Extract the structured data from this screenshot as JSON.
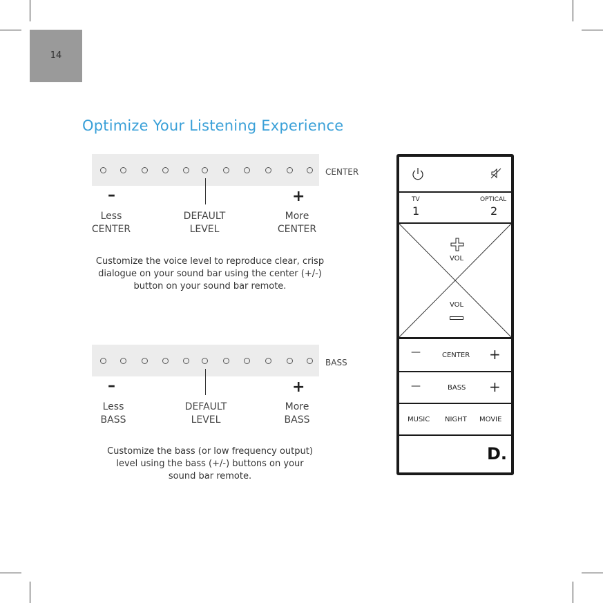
{
  "page": {
    "number": "14"
  },
  "title": "Optimize Your Listening Experience",
  "center_section": {
    "bar_label": "CENTER",
    "minus": "–",
    "plus": "+",
    "less": [
      "Less",
      "CENTER"
    ],
    "default": [
      "DEFAULT",
      "LEVEL"
    ],
    "more": [
      "More",
      "CENTER"
    ],
    "description": [
      "Customize the voice level to reproduce clear, crisp",
      "dialogue on your sound bar using the center (+/-)",
      "button on your sound bar remote."
    ]
  },
  "bass_section": {
    "bar_label": "BASS",
    "minus": "–",
    "plus": "+",
    "less": [
      "Less",
      "BASS"
    ],
    "default": [
      "DEFAULT",
      "LEVEL"
    ],
    "more": [
      "More",
      "BASS"
    ],
    "description": [
      "Customize the bass (or low frequency output)",
      "level using the bass (+/-) buttons on your",
      "sound bar remote."
    ]
  },
  "remote": {
    "power_icon": "power-icon",
    "mute_icon": "mute-icon",
    "tv_label": "TV",
    "tv_number": "1",
    "optical_label": "OPTICAL",
    "optical_number": "2",
    "vol_up_label": "VOL",
    "vol_down_label": "VOL",
    "center_label": "CENTER",
    "bass_label": "BASS",
    "minus": "—",
    "plus": "+",
    "music": "MUSIC",
    "night": "NIGHT",
    "movie": "MOVIE",
    "logo": "D."
  }
}
